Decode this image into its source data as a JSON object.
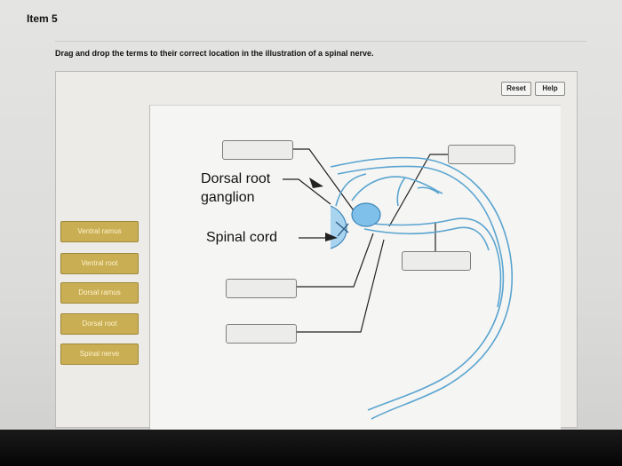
{
  "header": {
    "item_title": "Item 5",
    "instructions": "Drag and drop the terms to their correct location in the illustration of a spinal nerve."
  },
  "toolbar": {
    "reset_label": "Reset",
    "help_label": "Help"
  },
  "terms": [
    {
      "label": "Ventral ramus"
    },
    {
      "label": "Ventral root"
    },
    {
      "label": "Dorsal ramus"
    },
    {
      "label": "Dorsal root"
    },
    {
      "label": "Spinal nerve"
    }
  ],
  "illustration": {
    "label_dorsal_root_ganglion_line1": "Dorsal root",
    "label_dorsal_root_ganglion_line2": "ganglion",
    "label_spinal_cord": "Spinal cord"
  },
  "colors": {
    "nerve": "#5aa4d0",
    "ganglion": "#7fc0ea",
    "term_fill": "#c9ae54"
  }
}
